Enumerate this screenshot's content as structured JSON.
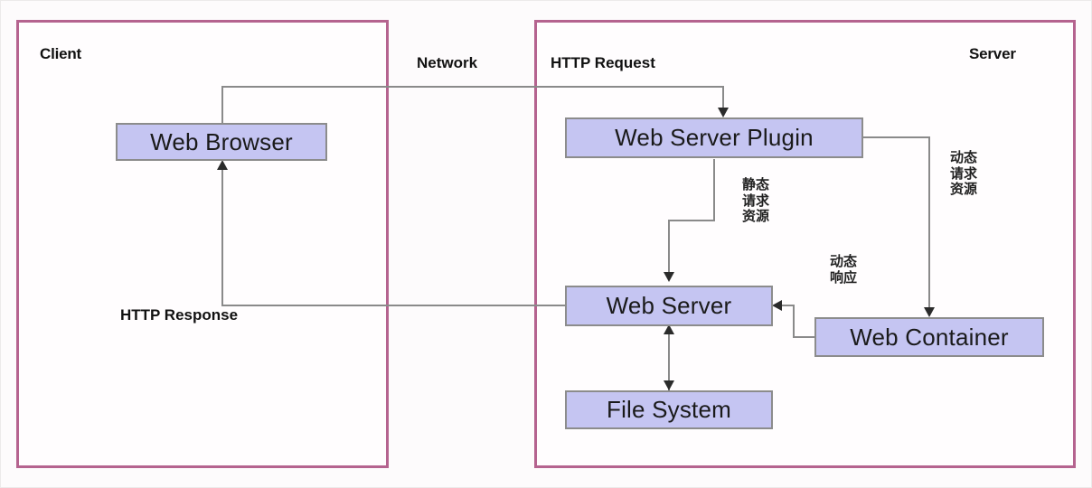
{
  "diagram": {
    "title": "Web Server / Web Container request flow",
    "colors": {
      "zone_border": "#b5638f",
      "node_fill": "#c5c5f2",
      "node_border": "#8c8c8c",
      "connector": "#8a8a8a",
      "arrow": "#2b2b2b",
      "background": "#fdfbfc"
    },
    "zones": [
      {
        "id": "client",
        "label": "Client"
      },
      {
        "id": "server",
        "label": "Server"
      }
    ],
    "nodes": [
      {
        "id": "web-browser",
        "label": "Web Browser"
      },
      {
        "id": "web-server-plugin",
        "label": "Web Server Plugin"
      },
      {
        "id": "web-server",
        "label": "Web Server"
      },
      {
        "id": "web-container",
        "label": "Web Container"
      },
      {
        "id": "file-system",
        "label": "File System"
      }
    ],
    "edge_labels": [
      {
        "id": "network",
        "text": "Network"
      },
      {
        "id": "http-request",
        "text": "HTTP Request"
      },
      {
        "id": "http-response",
        "text": "HTTP Response"
      },
      {
        "id": "static-request",
        "text": "静态\n请求\n资源"
      },
      {
        "id": "dynamic-request",
        "text": "动态\n请求\n资源"
      },
      {
        "id": "dynamic-response",
        "text": "动态\n响应"
      }
    ]
  }
}
